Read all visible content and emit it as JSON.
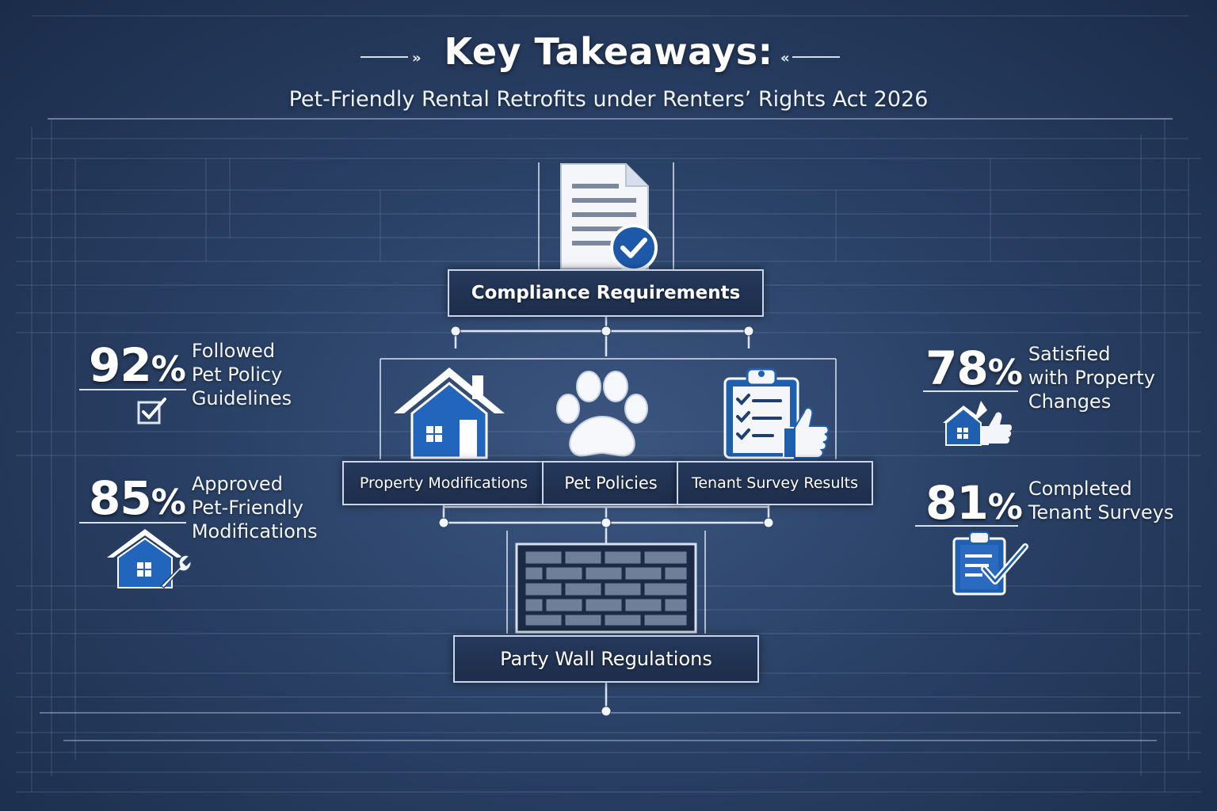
{
  "header": {
    "title": "Key Takeaways:",
    "subtitle": "Pet-Friendly Rental Retrofits under Renters’ Rights Act 2026"
  },
  "diagram": {
    "top_node": {
      "label": "Compliance Requirements",
      "icon": "document-check-icon"
    },
    "middle_nodes": [
      {
        "label": "Property Modifications",
        "icon": "house-icon"
      },
      {
        "label": "Pet Policies",
        "icon": "paw-print-icon"
      },
      {
        "label": "Tenant Survey Results",
        "icon": "clipboard-thumbs-up-icon"
      }
    ],
    "bottom_node": {
      "label": "Party Wall Regulations",
      "icon": "brick-wall-icon"
    }
  },
  "stats": {
    "left": [
      {
        "value": "92",
        "unit": "%",
        "lines": [
          "Followed",
          "Pet Policy",
          "Guidelines"
        ],
        "icon": "checkbox-icon"
      },
      {
        "value": "85",
        "unit": "%",
        "lines": [
          "Approved",
          "Pet-Friendly",
          "Modifications"
        ],
        "icon": "house-wrench-icon"
      }
    ],
    "right": [
      {
        "value": "78",
        "unit": "%",
        "lines": [
          "Satisfied",
          "with Property",
          "Changes"
        ],
        "icon": "house-thumbs-up-icon"
      },
      {
        "value": "81",
        "unit": "%",
        "lines": [
          "Completed",
          "Tenant Surveys"
        ],
        "icon": "clipboard-check-icon"
      }
    ]
  },
  "colors": {
    "background": "#2a4166",
    "accent_blue": "#1f5fb0",
    "line": "#c9d6ea"
  }
}
